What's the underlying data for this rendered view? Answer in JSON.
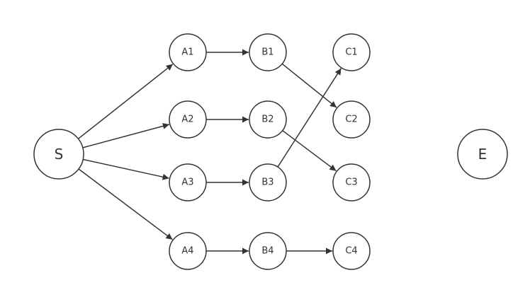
{
  "diagram": {
    "nodes": [
      {
        "id": "S",
        "label": "S"
      },
      {
        "id": "A1",
        "label": "A1"
      },
      {
        "id": "A2",
        "label": "A2"
      },
      {
        "id": "A3",
        "label": "A3"
      },
      {
        "id": "A4",
        "label": "A4"
      },
      {
        "id": "B1",
        "label": "B1"
      },
      {
        "id": "B2",
        "label": "B2"
      },
      {
        "id": "B3",
        "label": "B3"
      },
      {
        "id": "B4",
        "label": "B4"
      },
      {
        "id": "C1",
        "label": "C1"
      },
      {
        "id": "C2",
        "label": "C2"
      },
      {
        "id": "C3",
        "label": "C3"
      },
      {
        "id": "C4",
        "label": "C4"
      },
      {
        "id": "E",
        "label": "E"
      }
    ],
    "edges": [
      {
        "from": "S",
        "to": "A1"
      },
      {
        "from": "S",
        "to": "A2"
      },
      {
        "from": "S",
        "to": "A3"
      },
      {
        "from": "S",
        "to": "A4"
      },
      {
        "from": "A1",
        "to": "B1"
      },
      {
        "from": "A2",
        "to": "B2"
      },
      {
        "from": "A3",
        "to": "B3"
      },
      {
        "from": "A4",
        "to": "B4"
      },
      {
        "from": "B1",
        "to": "C2"
      },
      {
        "from": "B2",
        "to": "C3"
      },
      {
        "from": "B3",
        "to": "C1"
      },
      {
        "from": "B4",
        "to": "C4"
      }
    ],
    "colors": {
      "stroke": "#333333",
      "fill": "#ffffff"
    }
  }
}
